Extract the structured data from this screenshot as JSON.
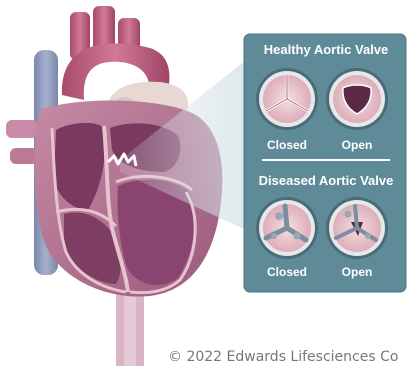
{
  "panel": {
    "healthy_title": "Healthy Aortic Valve",
    "diseased_title": "Diseased Aortic Valve",
    "healthy_closed_label": "Closed",
    "healthy_open_label": "Open",
    "diseased_closed_label": "Closed",
    "diseased_open_label": "Open"
  },
  "copyright": "© 2022 Edwards Lifesciences Co",
  "colors": {
    "panel_bg": "#5f8a98",
    "heart_muscle": "#b07090",
    "chamber": "#7a3a60",
    "aorta": "#c06080",
    "valve_bg": "#ecc0ca"
  }
}
